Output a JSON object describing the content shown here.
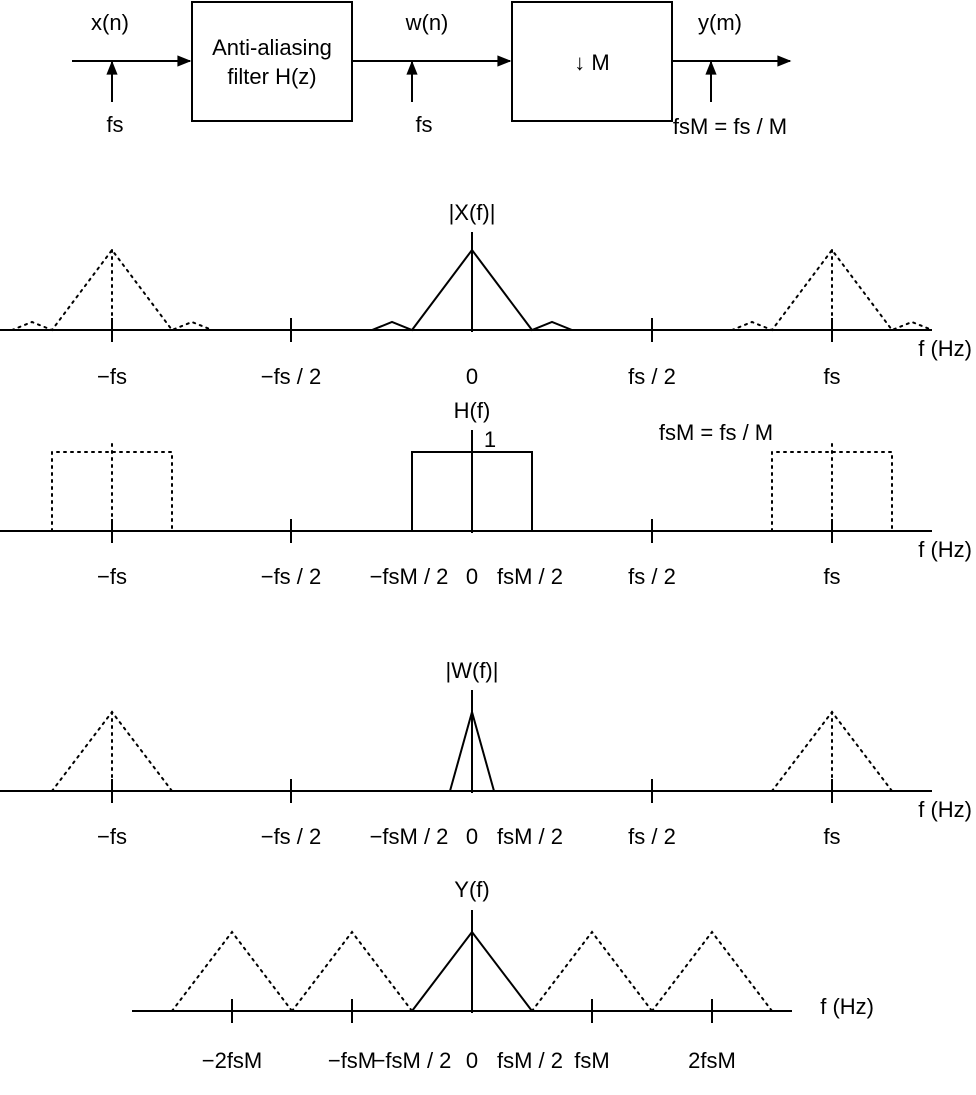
{
  "block_diagram": {
    "input_signal": "x(n)",
    "input_rate": "fs",
    "filter_label_line1": "Anti-aliasing",
    "filter_label_line2": "filter H(z)",
    "filtered_signal": "w(n)",
    "filtered_rate": "fs",
    "decimator_label": "↓ M",
    "output_signal": "y(m)",
    "output_rate": "fsM = fs / M"
  },
  "spectra": [
    {
      "title": "|X(f)|",
      "axis_label": "f (Hz)",
      "tick_labels": [
        "−fs",
        "−fs / 2",
        "0",
        "fs / 2",
        "fs"
      ]
    },
    {
      "title": "H(f)",
      "axis_label": "f (Hz)",
      "passband_level": "1",
      "note": "fsM = fs / M",
      "tick_labels": [
        "−fs",
        "−fs / 2",
        "−fsM / 2",
        "0",
        "fsM / 2",
        "fs / 2",
        "fs"
      ]
    },
    {
      "title": "|W(f)|",
      "axis_label": "f (Hz)",
      "tick_labels": [
        "−fs",
        "−fs / 2",
        "−fsM / 2",
        "0",
        "fsM / 2",
        "fs / 2",
        "fs"
      ]
    },
    {
      "title": "Y(f)",
      "axis_label": "f (Hz)",
      "tick_labels": [
        "−2fsM",
        "−fsM",
        "−fsM / 2",
        "0",
        "fsM / 2",
        "fsM",
        "2fsM"
      ]
    }
  ]
}
